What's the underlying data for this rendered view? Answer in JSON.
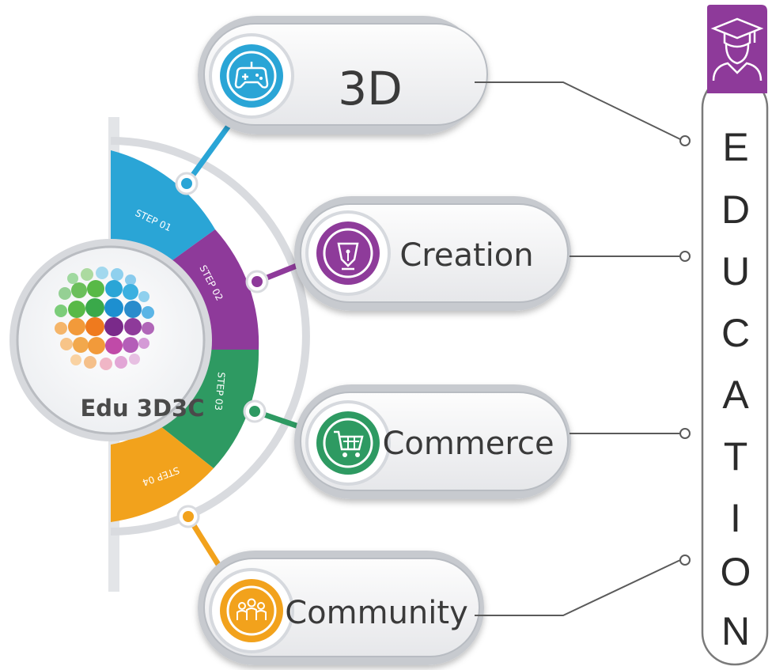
{
  "center": {
    "title": "Edu 3D3C"
  },
  "steps": [
    {
      "label": "STEP 01",
      "color": "#2aa5d6"
    },
    {
      "label": "STEP 02",
      "color": "#8e3a9a"
    },
    {
      "label": "STEP 03",
      "color": "#2e9a62"
    },
    {
      "label": "STEP 04",
      "color": "#f2a21c"
    }
  ],
  "items": [
    {
      "label": "3D",
      "icon": "gamepad-icon",
      "color": "#2aa5d6"
    },
    {
      "label": "Creation",
      "icon": "pen-nib-icon",
      "color": "#8e3a9a"
    },
    {
      "label": "Commerce",
      "icon": "shopping-cart-icon",
      "color": "#2e9a62"
    },
    {
      "label": "Community",
      "icon": "people-icon",
      "color": "#f2a21c"
    }
  ],
  "education": {
    "icon": "graduate-icon",
    "accent": "#8e3a9a",
    "letters": [
      "E",
      "D",
      "U",
      "C",
      "A",
      "T",
      "I",
      "O",
      "N"
    ]
  }
}
